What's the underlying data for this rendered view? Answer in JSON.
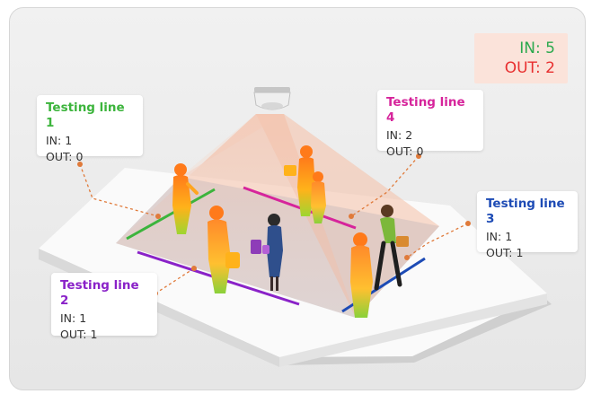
{
  "total": {
    "in_label": "IN:",
    "in_value": "5",
    "out_label": "OUT:",
    "out_value": "2",
    "in_color": "#2ca94e",
    "out_color": "#e82f2f"
  },
  "lines": [
    {
      "title": "Testing line 1",
      "color": "#3cb43c",
      "in_label": "IN:",
      "in_value": "1",
      "out_label": "OUT:",
      "out_value": "0"
    },
    {
      "title": "Testing line 2",
      "color": "#8a22c8",
      "in_label": "IN:",
      "in_value": "1",
      "out_label": "OUT:",
      "out_value": "1"
    },
    {
      "title": "Testing line 3",
      "color": "#1d4bb5",
      "in_label": "IN:",
      "in_value": "1",
      "out_label": "OUT:",
      "out_value": "1"
    },
    {
      "title": "Testing line 4",
      "color": "#d6249b",
      "in_label": "IN:",
      "in_value": "2",
      "out_label": "OUT:",
      "out_value": "0"
    }
  ]
}
